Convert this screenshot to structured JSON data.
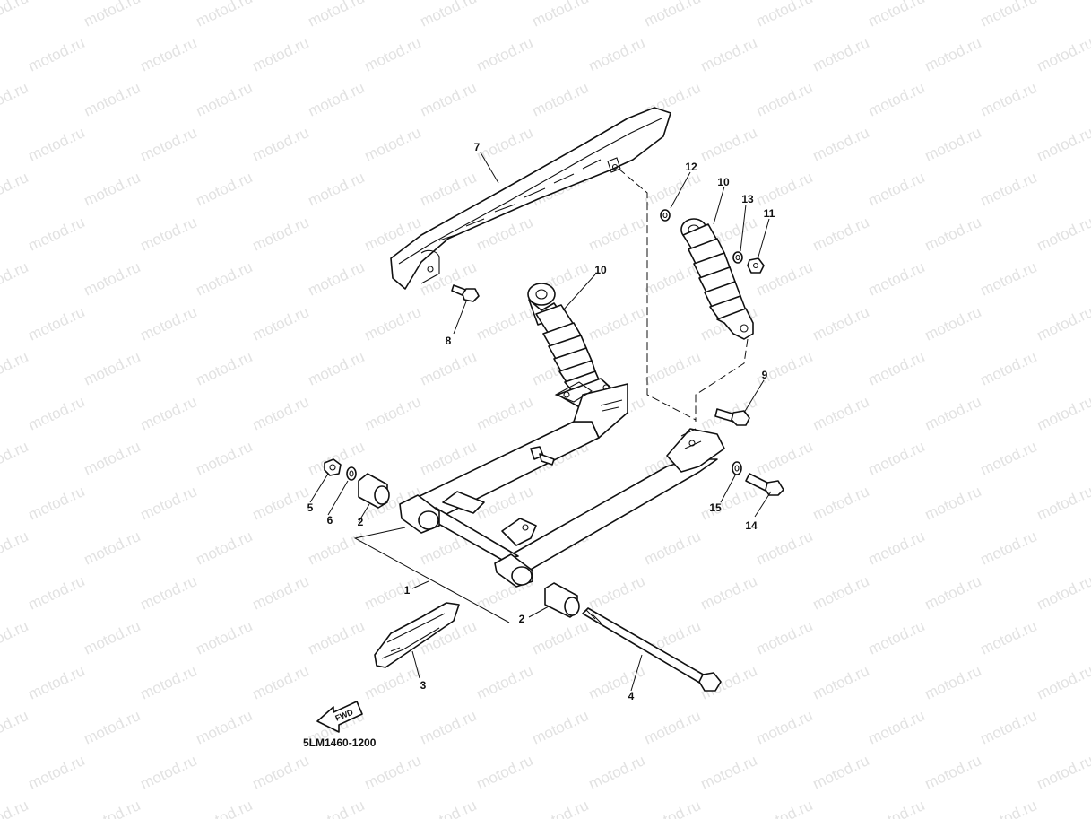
{
  "diagram": {
    "code": "5LM1460-1200",
    "fwd_label": "FWD",
    "watermark": "motod.ru",
    "callouts": [
      {
        "id": "c1",
        "label": "1"
      },
      {
        "id": "c2a",
        "label": "2"
      },
      {
        "id": "c2b",
        "label": "2"
      },
      {
        "id": "c3",
        "label": "3"
      },
      {
        "id": "c4",
        "label": "4"
      },
      {
        "id": "c5",
        "label": "5"
      },
      {
        "id": "c6",
        "label": "6"
      },
      {
        "id": "c7",
        "label": "7"
      },
      {
        "id": "c8",
        "label": "8"
      },
      {
        "id": "c9",
        "label": "9"
      },
      {
        "id": "c10a",
        "label": "10"
      },
      {
        "id": "c10b",
        "label": "10"
      },
      {
        "id": "c11",
        "label": "11"
      },
      {
        "id": "c12",
        "label": "12"
      },
      {
        "id": "c13",
        "label": "13"
      },
      {
        "id": "c14",
        "label": "14"
      },
      {
        "id": "c15",
        "label": "15"
      }
    ]
  }
}
